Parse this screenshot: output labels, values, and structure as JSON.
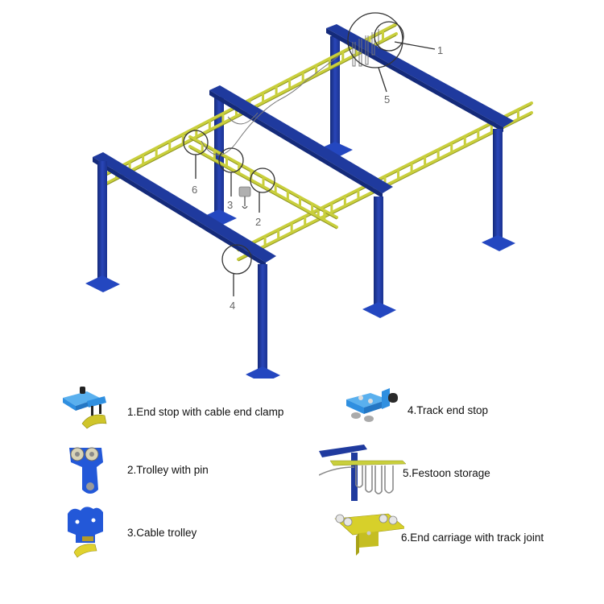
{
  "figure": {
    "title": "Free-standing workstation crane system components",
    "colors": {
      "steel_blue": "#1f3a9e",
      "steel_blue_dark": "#142a7a",
      "steel_blue_light": "#2f50c4",
      "track_yellow": "#c9cf3c",
      "track_yellow_dark": "#8e9420",
      "part_blue": "#2f8fe0",
      "part_royal_blue": "#2358d8",
      "part_yellow": "#d7d02a",
      "callout_line": "#333333",
      "callout_text": "#666666"
    },
    "callouts": [
      {
        "number": "1",
        "target": "end-stop-with-cable-end-clamp"
      },
      {
        "number": "2",
        "target": "trolley-with-pin"
      },
      {
        "number": "3",
        "target": "cable-trolley"
      },
      {
        "number": "4",
        "target": "track-end-stop"
      },
      {
        "number": "5",
        "target": "festoon-storage"
      },
      {
        "number": "6",
        "target": "end-carriage-with-track-joint"
      }
    ]
  },
  "legend": {
    "items": [
      {
        "number": "1",
        "label": "1.End stop with cable end clamp",
        "icon": "end-stop-clamp-icon"
      },
      {
        "number": "2",
        "label": "2.Trolley with pin",
        "icon": "trolley-pin-icon"
      },
      {
        "number": "3",
        "label": "3.Cable trolley",
        "icon": "cable-trolley-icon"
      },
      {
        "number": "4",
        "label": "4.Track end stop",
        "icon": "track-end-stop-icon"
      },
      {
        "number": "5",
        "label": "5.Festoon storage",
        "icon": "festoon-storage-icon"
      },
      {
        "number": "6",
        "label": "6.End carriage with track joint",
        "icon": "end-carriage-icon"
      }
    ]
  }
}
